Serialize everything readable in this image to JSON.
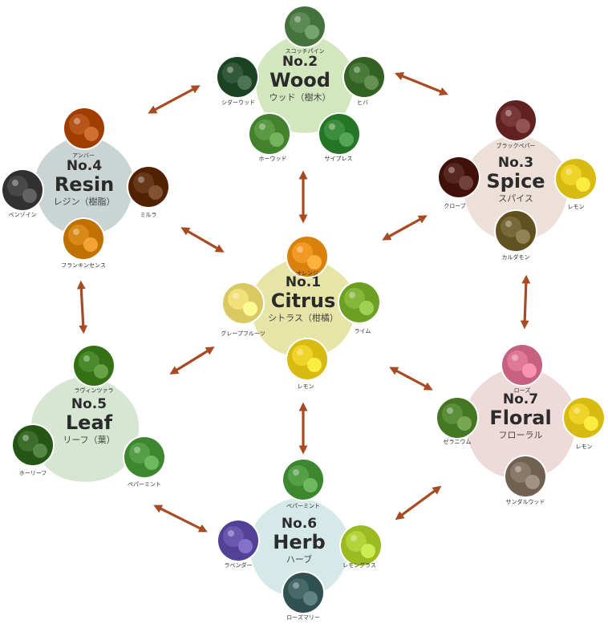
{
  "arrow_color": "#a84a22",
  "label_color": "#2b2b2b",
  "groups": [
    {
      "id": "citrus",
      "number": "No.1",
      "name": "Citrus",
      "subtitle": "シトラス（柑橘）",
      "blob_color": "#e7e4a8",
      "items": [
        {
          "label": "オレンジ",
          "icon": "orange-icon",
          "fill": "#f29a24"
        },
        {
          "label": "ライム",
          "icon": "lime-icon",
          "fill": "#86b83c"
        },
        {
          "label": "レモン",
          "icon": "lemon-icon",
          "fill": "#f0d42a"
        },
        {
          "label": "グレープフルーツ",
          "icon": "grapefruit-icon",
          "fill": "#f3e27a"
        }
      ]
    },
    {
      "id": "wood",
      "number": "No.2",
      "name": "Wood",
      "subtitle": "ウッド（樹木）",
      "blob_color": "#d2e7be",
      "items": [
        {
          "label": "スコッチパイン",
          "icon": "pine-tree-icon",
          "fill": "#5e8a55"
        },
        {
          "label": "ヒバ",
          "icon": "hiba-leaf-icon",
          "fill": "#4c7a3a"
        },
        {
          "label": "サイプレス",
          "icon": "cypress-tree-icon",
          "fill": "#3f8d3f"
        },
        {
          "label": "ホーウッド",
          "icon": "ho-wood-leaf-icon",
          "fill": "#5b9b45"
        },
        {
          "label": "シダーウッド",
          "icon": "cedar-tree-icon",
          "fill": "#355c3a"
        }
      ]
    },
    {
      "id": "spice",
      "number": "No.3",
      "name": "Spice",
      "subtitle": "スパイス",
      "blob_color": "#ece0d8",
      "items": [
        {
          "label": "ブラックペパー",
          "icon": "peppercorn-icon",
          "fill": "#7a3a3a"
        },
        {
          "label": "レモン",
          "icon": "lemon-icon",
          "fill": "#f0d42a"
        },
        {
          "label": "カルダモン",
          "icon": "cardamom-icon",
          "fill": "#7a6a3a"
        },
        {
          "label": "クローブ",
          "icon": "clove-icon",
          "fill": "#5a2a22"
        }
      ]
    },
    {
      "id": "resin",
      "number": "No.4",
      "name": "Resin",
      "subtitle": "レジン（樹脂）",
      "blob_color": "#c9d4d3",
      "items": [
        {
          "label": "アンバー",
          "icon": "amber-icon",
          "fill": "#b8561c"
        },
        {
          "label": "ミルラ",
          "icon": "myrrh-icon",
          "fill": "#6a3a1a"
        },
        {
          "label": "フランキンセンス",
          "icon": "frankincense-icon",
          "fill": "#d98a1a"
        },
        {
          "label": "ベンゾイン",
          "icon": "benzoin-icon",
          "fill": "#4a4a4a"
        }
      ]
    },
    {
      "id": "leaf",
      "number": "No.5",
      "name": "Leaf",
      "subtitle": "リーフ（葉）",
      "blob_color": "#d6e6d2",
      "items": [
        {
          "label": "ラヴィンツァラ",
          "icon": "ravintsara-leaf-icon",
          "fill": "#4d8a2e"
        },
        {
          "label": "ペパーミント",
          "icon": "peppermint-icon",
          "fill": "#56a04a"
        },
        {
          "label": "ホーリーフ",
          "icon": "ho-leaf-icon",
          "fill": "#3e6f2c"
        }
      ]
    },
    {
      "id": "herb",
      "number": "No.6",
      "name": "Herb",
      "subtitle": "ハーブ",
      "blob_color": "#d5e9e8",
      "items": [
        {
          "label": "ペパーミント",
          "icon": "peppermint-icon",
          "fill": "#56a04a"
        },
        {
          "label": "レモングラス",
          "icon": "lemongrass-icon",
          "fill": "#b4d43a"
        },
        {
          "label": "ローズマリー",
          "icon": "rosemary-icon",
          "fill": "#4a6a6a"
        },
        {
          "label": "ラベンダー",
          "icon": "lavender-icon",
          "fill": "#6a5ab0"
        }
      ]
    },
    {
      "id": "floral",
      "number": "No.7",
      "name": "Floral",
      "subtitle": "フローラル",
      "blob_color": "#efdada",
      "items": [
        {
          "label": "ローズ",
          "icon": "rose-icon",
          "fill": "#e07a9a"
        },
        {
          "label": "レモン",
          "icon": "lemon-icon",
          "fill": "#f0d42a"
        },
        {
          "label": "サンダルウッド",
          "icon": "sandalwood-icon",
          "fill": "#8a7a6a"
        },
        {
          "label": "ゼラニウム",
          "icon": "geranium-icon",
          "fill": "#5e8f3c"
        }
      ]
    }
  ],
  "connections": [
    [
      "wood",
      "resin"
    ],
    [
      "wood",
      "spice"
    ],
    [
      "wood",
      "citrus"
    ],
    [
      "resin",
      "citrus"
    ],
    [
      "resin",
      "leaf"
    ],
    [
      "spice",
      "citrus"
    ],
    [
      "spice",
      "floral"
    ],
    [
      "citrus",
      "leaf"
    ],
    [
      "citrus",
      "floral"
    ],
    [
      "citrus",
      "herb"
    ],
    [
      "leaf",
      "herb"
    ],
    [
      "herb",
      "floral"
    ]
  ]
}
